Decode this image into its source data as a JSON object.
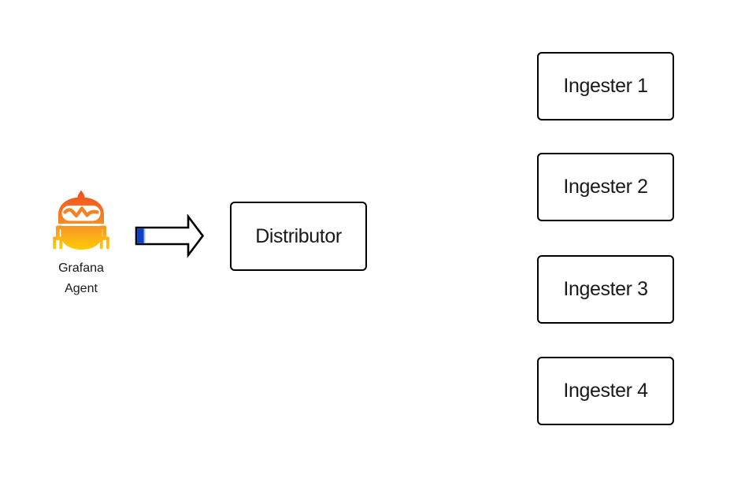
{
  "agent": {
    "icon": "grafana-agent-robot",
    "label_line1": "Grafana",
    "label_line2": "Agent"
  },
  "arrow": {
    "name": "flow-arrow-right",
    "accent_color": "#0d40c8",
    "outline_color": "#000000"
  },
  "nodes": {
    "distributor": {
      "label": "Distributor"
    },
    "ingesters": [
      {
        "label": "Ingester 1"
      },
      {
        "label": "Ingester 2"
      },
      {
        "label": "Ingester 3"
      },
      {
        "label": "Ingester 4"
      }
    ]
  },
  "colors": {
    "background": "#ffffff",
    "box_border": "#000000",
    "box_fill": "#ffffff",
    "text": "#1a1a1a",
    "agent_orange": "#f2571d",
    "agent_yellow": "#ffce00",
    "goggle_stroke": "#f58220",
    "arrow_blue": "#0d40c8"
  }
}
